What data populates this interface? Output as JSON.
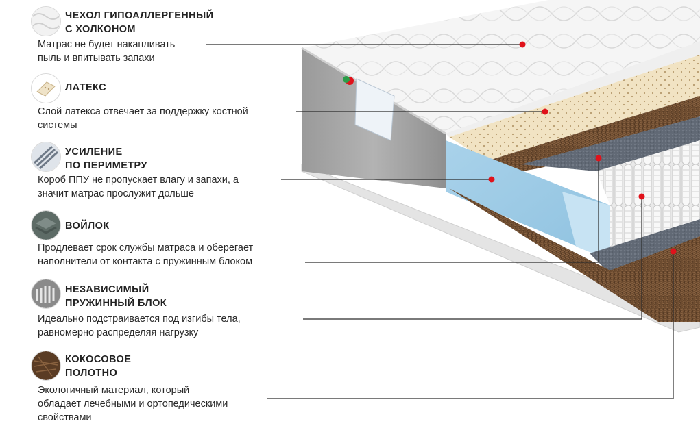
{
  "features": [
    {
      "title": [
        "ЧЕХОЛ ГИПОАЛЛЕРГЕННЫЙ",
        "С ХОЛКОНОМ"
      ],
      "desc": [
        "Матрас не будет накапливать",
        "пыль и впитывать запахи"
      ],
      "icon": "quilted-cover-icon"
    },
    {
      "title": [
        "ЛАТЕКС"
      ],
      "desc": [
        "Слой латекса отвечает за поддержку костной",
        "системы"
      ],
      "icon": "latex-icon"
    },
    {
      "title": [
        "УСИЛЕНИЕ",
        "ПО ПЕРИМЕТРУ"
      ],
      "desc": [
        "Короб ППУ не пропускает влагу и запахи, а",
        "значит матрас прослужит дольше"
      ],
      "icon": "perimeter-icon"
    },
    {
      "title": [
        "ВОЙЛОК"
      ],
      "desc": [
        "Продлевает срок службы матраса  и оберегает",
        "наполнители от контакта с пружинным блоком"
      ],
      "icon": "felt-icon"
    },
    {
      "title": [
        "НЕЗАВИСИМЫЙ",
        "ПРУЖИННЫЙ БЛОК"
      ],
      "desc": [
        "Идеально подстраивается под изгибы тела,",
        "равномерно распределяя нагрузку"
      ],
      "icon": "spring-block-icon"
    },
    {
      "title": [
        "КОКОСОВОЕ",
        "ПОЛОТНО"
      ],
      "desc": [
        "Экологичный материал, который",
        "обладает лечебными и ортопедическими",
        "свойствами"
      ],
      "icon": "coconut-coir-icon"
    }
  ],
  "colors": {
    "accent_dot": "#e0121b",
    "leader_line": "#2b2b2b"
  }
}
